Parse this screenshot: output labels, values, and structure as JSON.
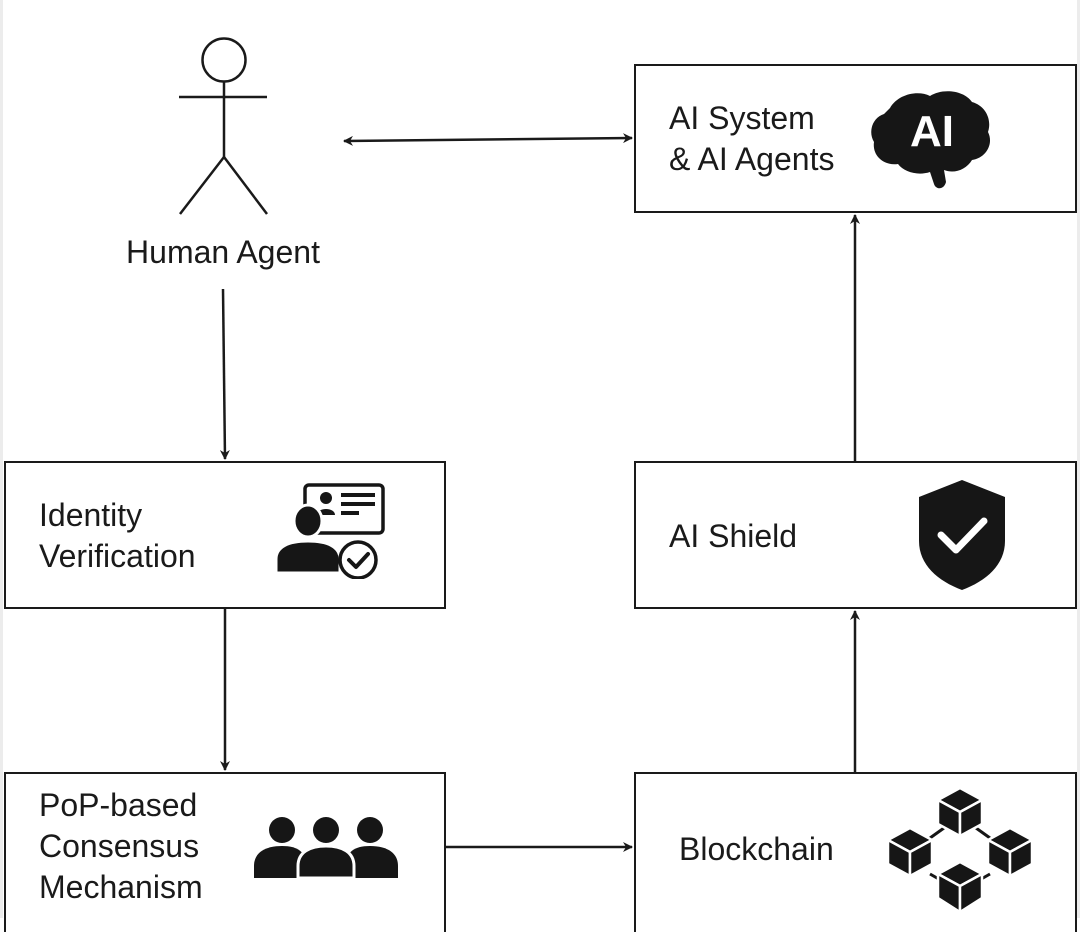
{
  "diagram": {
    "type": "flowchart",
    "actor": {
      "id": "human-agent",
      "label": "Human Agent",
      "icon": "stick-figure-icon"
    },
    "nodes": [
      {
        "id": "ai-system",
        "label": "AI System\n& AI Agents",
        "icon": "ai-brain-icon",
        "icon_text": "AI"
      },
      {
        "id": "identity-verification",
        "label": "Identity\nVerification",
        "icon": "identity-verification-icon"
      },
      {
        "id": "ai-shield",
        "label": "AI Shield",
        "icon": "shield-check-icon"
      },
      {
        "id": "pop-consensus",
        "label": "PoP-based\nConsensus\nMechanism",
        "icon": "group-users-icon"
      },
      {
        "id": "blockchain",
        "label": "Blockchain",
        "icon": "blockchain-cubes-icon"
      }
    ],
    "edges": [
      {
        "from": "human-agent",
        "to": "ai-system",
        "direction": "bidirectional"
      },
      {
        "from": "human-agent",
        "to": "identity-verification",
        "direction": "forward"
      },
      {
        "from": "identity-verification",
        "to": "pop-consensus",
        "direction": "forward"
      },
      {
        "from": "pop-consensus",
        "to": "blockchain",
        "direction": "forward"
      },
      {
        "from": "blockchain",
        "to": "ai-shield",
        "direction": "forward"
      },
      {
        "from": "ai-shield",
        "to": "ai-system",
        "direction": "forward"
      }
    ],
    "colors": {
      "stroke": "#1a1a1a",
      "fill": "#ffffff",
      "icon": "#161616"
    }
  }
}
